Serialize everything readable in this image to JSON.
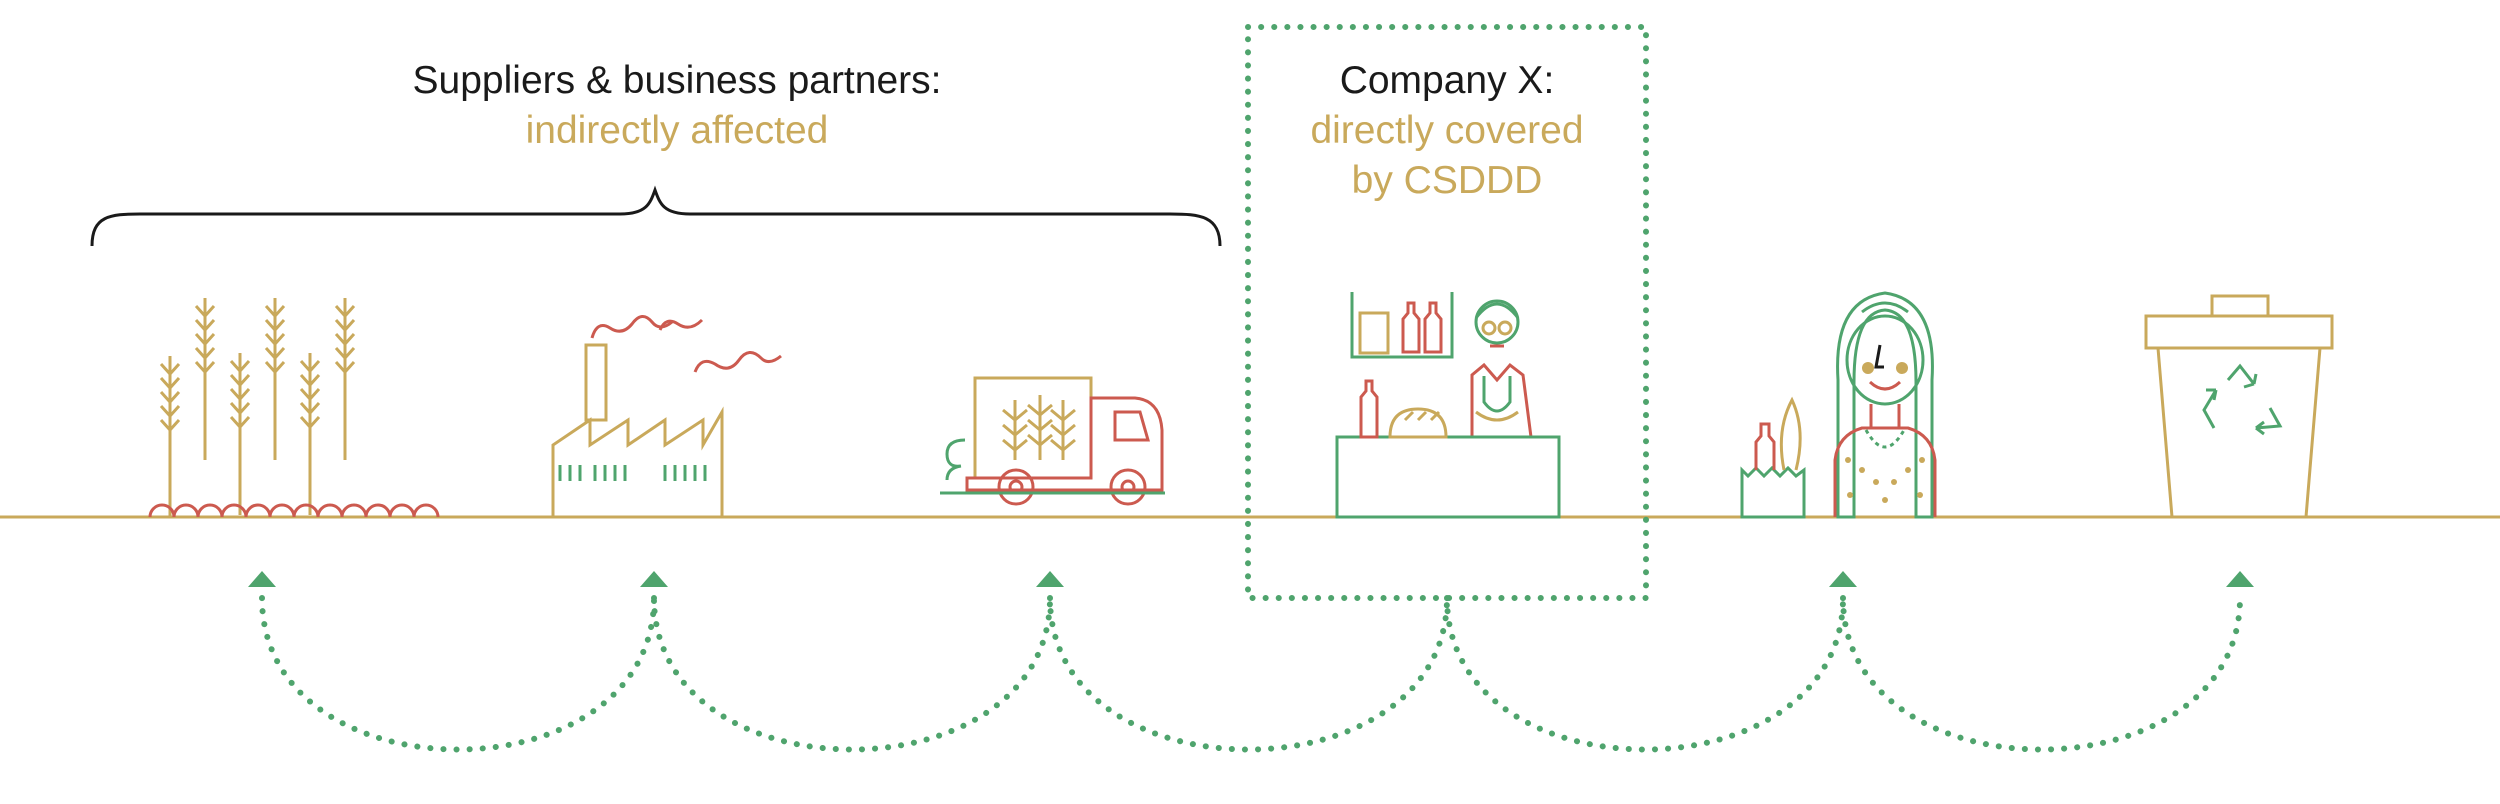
{
  "colors": {
    "gold": "#c9a95b",
    "green": "#4fa46d",
    "red": "#cc5a4f",
    "ink": "#1a1a1a"
  },
  "labels": {
    "suppliers": {
      "heading": "Suppliers & business partners:",
      "sub": "indirectly affected"
    },
    "company": {
      "heading": "Company X:",
      "sub": "directly covered\nby CSDDD"
    }
  },
  "stages": [
    {
      "icon": "wheat-field-icon"
    },
    {
      "icon": "factory-icon"
    },
    {
      "icon": "delivery-truck-icon"
    },
    {
      "icon": "shopkeeper-icon"
    },
    {
      "icon": "consumer-icon"
    },
    {
      "icon": "recycling-bin-icon"
    }
  ]
}
